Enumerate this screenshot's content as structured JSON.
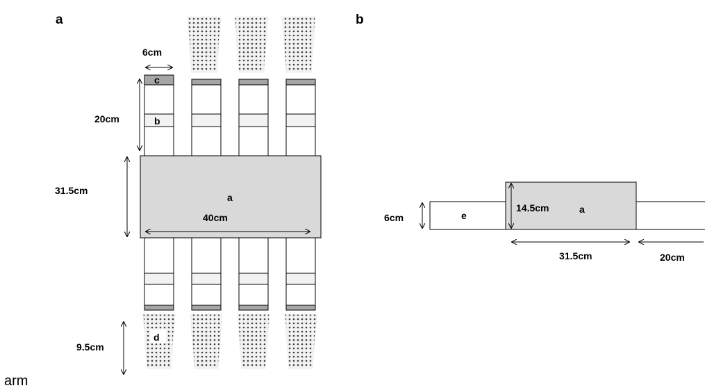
{
  "figure": {
    "panel_a_label": "a",
    "panel_b_label": "b",
    "caption_fragment": "arm"
  },
  "panel_a": {
    "dim_width_arm": "6cm",
    "dim_arm_length": "20cm",
    "dim_center_height": "31.5cm",
    "dim_center_width": "40cm",
    "dim_cup_height": "9.5cm",
    "label_center": "a",
    "label_band": "b",
    "label_cap": "c",
    "label_cup": "d"
  },
  "panel_b": {
    "dim_arm_height": "6cm",
    "dim_center_height": "14.5cm",
    "dim_center_length": "31.5cm",
    "dim_arm_length": "20cm",
    "label_center": "a",
    "label_arm": "e"
  },
  "colors": {
    "center_fill": "#d9d9d9",
    "cap_fill": "#a6a6a6",
    "band_fill": "#f2f2f2",
    "cup_fill": "#f2f2f2",
    "cup_dots": "#444444"
  }
}
